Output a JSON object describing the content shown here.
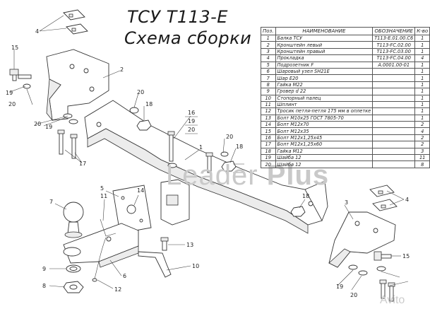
{
  "title": "ТСУ Т113-Е",
  "subtitle": "Схема сборки",
  "watermark": {
    "part1": "Leader",
    "part2": "Plus",
    "small": "Avito"
  },
  "table": {
    "headers": [
      "Поз.",
      "НАИМЕНОВАНИЕ",
      "ОБОЗНАЧЕНИЕ",
      "К-во"
    ],
    "rows": [
      [
        "1",
        "Балка ТСУ",
        "Т113-Е.01.00.С6",
        "1"
      ],
      [
        "2",
        "Кронштейн левый",
        "Т113-FC.02.00",
        "1"
      ],
      [
        "3",
        "Кронштейн правый",
        "Т113-FC.03.00",
        "1"
      ],
      [
        "4",
        "Прокладка",
        "Т113-FC.04.00",
        "4"
      ],
      [
        "5",
        "Подрозетник F",
        "А.0001.00-01",
        "1"
      ],
      [
        "6",
        "Шаровый узел SH21E",
        "",
        "1"
      ],
      [
        "7",
        "Шар Е20",
        "",
        "1"
      ],
      [
        "8",
        "Гайка М22",
        "",
        "1"
      ],
      [
        "9",
        "Гровер d 22",
        "",
        "1"
      ],
      [
        "10",
        "Стопорный палец",
        "",
        "1"
      ],
      [
        "11",
        "Шплинт",
        "",
        "1"
      ],
      [
        "12",
        "Тросик петля-петля 175 мм в оплетке",
        "",
        "1"
      ],
      [
        "13",
        "Болт М10х25 ГОСТ 7805-70",
        "",
        "1"
      ],
      [
        "14",
        "Болт М12х70",
        "",
        "2"
      ],
      [
        "15",
        "Болт М12х35",
        "",
        "4"
      ],
      [
        "16",
        "Болт М12х1,25х45",
        "",
        "2"
      ],
      [
        "17",
        "Болт М12х1,25х60",
        "",
        "2"
      ],
      [
        "18",
        "Гайка М12",
        "",
        "3"
      ],
      [
        "19",
        "Шайба 12",
        "",
        "11"
      ],
      [
        "20",
        "Шайба 12",
        "",
        "8"
      ]
    ]
  },
  "callouts": [
    "1",
    "2",
    "3",
    "4",
    "4",
    "5",
    "6",
    "7",
    "8",
    "9",
    "10",
    "11",
    "12",
    "13",
    "14",
    "15",
    "15",
    "16",
    "17",
    "17",
    "18",
    "18",
    "18",
    "19",
    "19",
    "19",
    "19",
    "20",
    "20",
    "20",
    "20",
    "20",
    "20"
  ]
}
